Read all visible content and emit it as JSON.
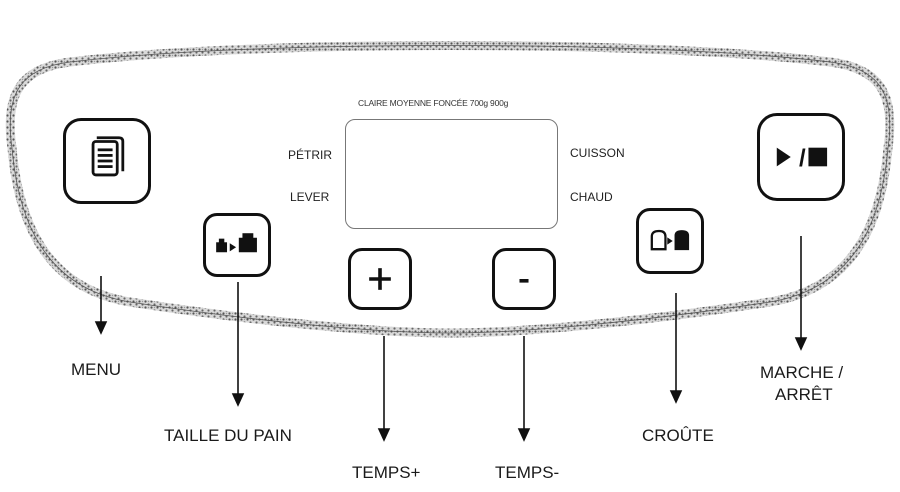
{
  "panel": {
    "display_top_label": "CLAIRE MOYENNE FONCÉE 700g 900g",
    "left_labels": [
      "PÉTRIR",
      "LEVER"
    ],
    "right_labels": [
      "CUISSON",
      "CHAUD"
    ]
  },
  "buttons": {
    "menu": {
      "icon": "document-icon"
    },
    "taille": {
      "icon": "loaf-size-icon"
    },
    "plus": {
      "symbol": "+"
    },
    "minus": {
      "symbol": "-"
    },
    "croute": {
      "icon": "crust-icon"
    },
    "marche": {
      "icon": "play-stop-icon",
      "symbol": "/"
    }
  },
  "callouts": {
    "menu": "MENU",
    "taille": "TAILLE DU PAIN",
    "temps_plus": "TEMPS+",
    "temps_minus": "TEMPS-",
    "croute": "CROÛTE",
    "marche_line1": "MARCHE /",
    "marche_line2": "ARRÊT"
  }
}
